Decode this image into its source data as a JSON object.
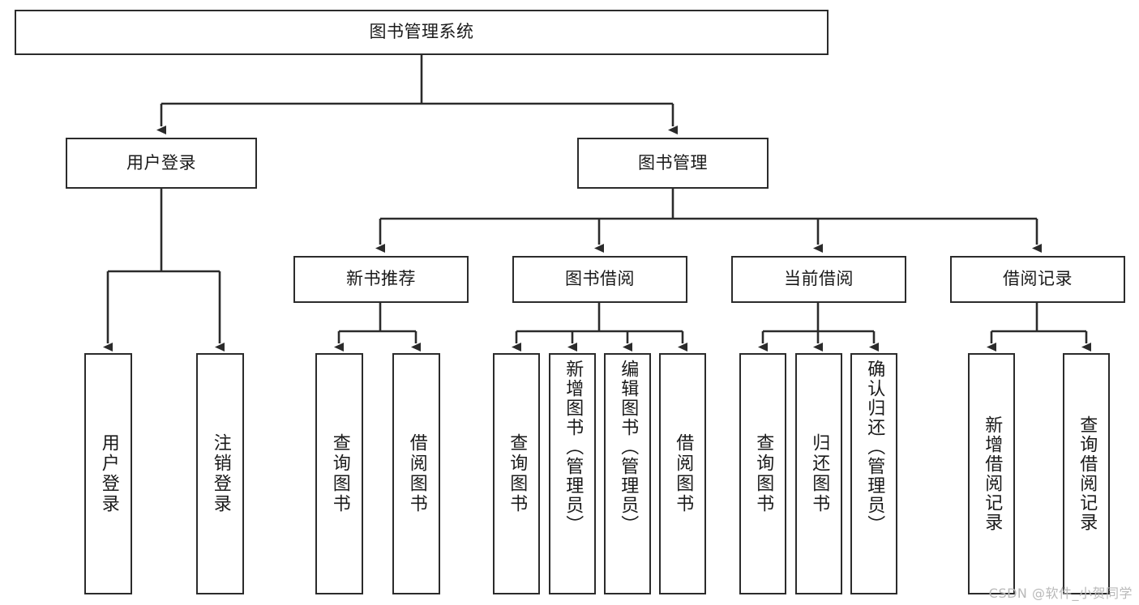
{
  "diagram": {
    "title": "图书管理系统",
    "type": "tree",
    "root": {
      "id": "root",
      "label": "图书管理系统"
    },
    "level2": [
      {
        "id": "user-login",
        "label": "用户登录"
      },
      {
        "id": "book-manage",
        "label": "图书管理"
      }
    ],
    "level3": [
      {
        "id": "new-book-rec",
        "label": "新书推荐",
        "parent": "book-manage"
      },
      {
        "id": "book-borrow",
        "label": "图书借阅",
        "parent": "book-manage"
      },
      {
        "id": "current-borrow",
        "label": "当前借阅",
        "parent": "book-manage"
      },
      {
        "id": "borrow-record",
        "label": "借阅记录",
        "parent": "book-manage"
      }
    ],
    "leaves": [
      {
        "id": "leaf-user-login",
        "label": "用户登录",
        "parent": "user-login"
      },
      {
        "id": "leaf-user-logout",
        "label": "注销登录",
        "parent": "user-login"
      },
      {
        "id": "leaf-query-book-1",
        "label": "查询图书",
        "parent": "new-book-rec"
      },
      {
        "id": "leaf-borrow-book-1",
        "label": "借阅图书",
        "parent": "new-book-rec"
      },
      {
        "id": "leaf-query-book-2",
        "label": "查询图书",
        "parent": "book-borrow"
      },
      {
        "id": "leaf-add-book",
        "label": "新增图书（管理员）",
        "parent": "book-borrow"
      },
      {
        "id": "leaf-edit-book",
        "label": "编辑图书（管理员）",
        "parent": "book-borrow"
      },
      {
        "id": "leaf-borrow-book-2",
        "label": "借阅图书",
        "parent": "book-borrow"
      },
      {
        "id": "leaf-query-book-3",
        "label": "查询图书",
        "parent": "current-borrow"
      },
      {
        "id": "leaf-return-book",
        "label": "归还图书",
        "parent": "current-borrow"
      },
      {
        "id": "leaf-confirm-return",
        "label": "确认归还（管理员）",
        "parent": "current-borrow"
      },
      {
        "id": "leaf-add-record",
        "label": "新增借阅记录",
        "parent": "borrow-record"
      },
      {
        "id": "leaf-query-record",
        "label": "查询借阅记录",
        "parent": "borrow-record"
      }
    ],
    "colors": {
      "border": "#2b2b2b",
      "background": "#ffffff",
      "text": "#1a1a1a",
      "watermark": "#b9b9b9"
    }
  },
  "watermark": {
    "text": "CSDN @软件_小贺同学"
  }
}
